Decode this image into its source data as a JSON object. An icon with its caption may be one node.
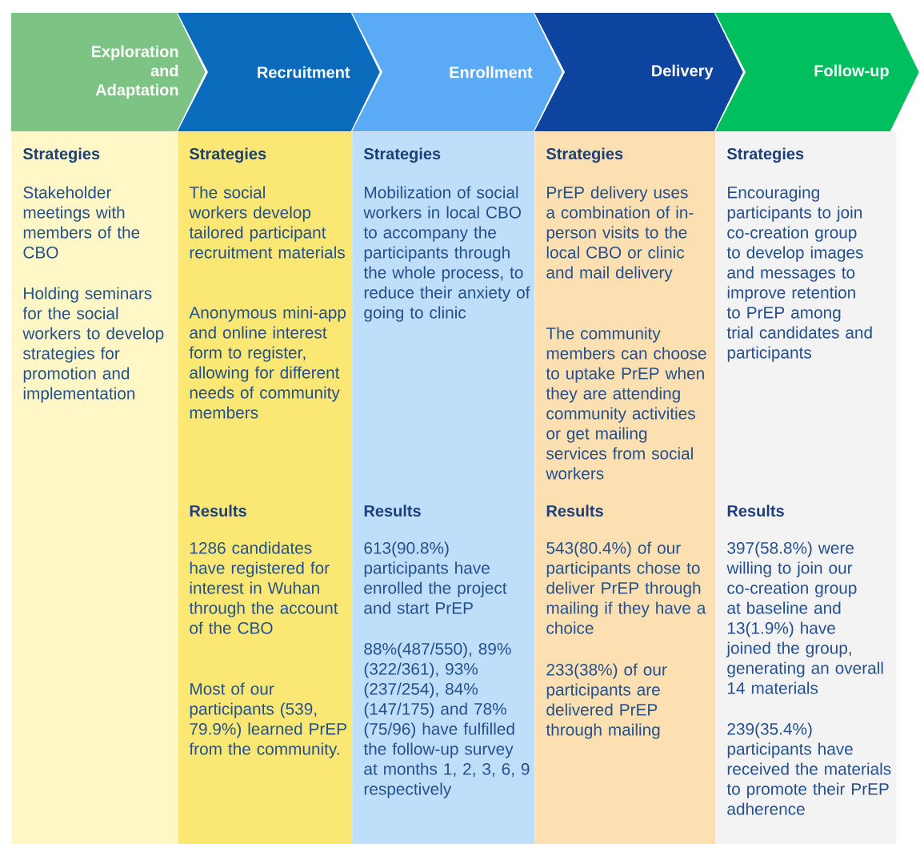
{
  "diagram": {
    "nodes": [
      {
        "text": [
          "Exploration and Adaptation"
        ]
      },
      {
        "text": [
          "Recruitment"
        ]
      },
      {
        "text": [
          "Enrollment"
        ]
      },
      {
        "text": [
          "Delivery"
        ]
      },
      {
        "text": [
          "Follow-up"
        ]
      },
      {
        "text": [
          "Strategies",
          "Stakeholder meetings with members of the CBO",
          "Holding seminars for the social workers to develop strategies for promotion and implementation"
        ]
      },
      {
        "text": [
          "Strategies",
          "The social workers develop tailored participant recruitment materials",
          "Anonymous mini-app and online interest form to register, allowing for different needs of community members",
          "Results",
          "1286 candidates have registered for interest in Wuhan through the account of the CBO",
          "Most of our participants (539, 79.9%) learned PrEP from the community."
        ]
      },
      {
        "text": [
          "Strategies",
          "Mobilization of social workers in local CBO to accompany the participants through the whole process, to reduce their anxiety of going to clinic",
          "Results",
          "613(90.8%) participants have enrolled the project and start PrEP",
          "88%(487/550), 89% (322/361), 93% (237/254), 84% (147/175) and 78% (75/96) have fulfilled the follow-up survey at months 1, 2, 3, 6, 9 respectively"
        ]
      },
      {
        "text": [
          "Strategies",
          "PrEP delivery uses a combination of in-person visits to the local CBO or clinic and mail delivery",
          "The community members can choose to uptake PrEP when they are attending community activities or get mailing services from social workers",
          "Results",
          "543(80.4%) of our participants chose to deliver PrEP through mailing if they have a choice",
          "233(38%) of our participants are delivered PrEP through mailing"
        ]
      },
      {
        "text": [
          "Strategies",
          "Encouraging participants to join co-creation group to develop images and messages to improve retention to PrEP among trial candidates and participants",
          "Results",
          "397(58.8%) were willing to join our co-creation group at baseline and 13(1.9%) have joined the group, generating an overall 14 materials",
          "239(35.4%) participants have received the materials to promote their PrEP adherence"
        ]
      }
    ]
  }
}
